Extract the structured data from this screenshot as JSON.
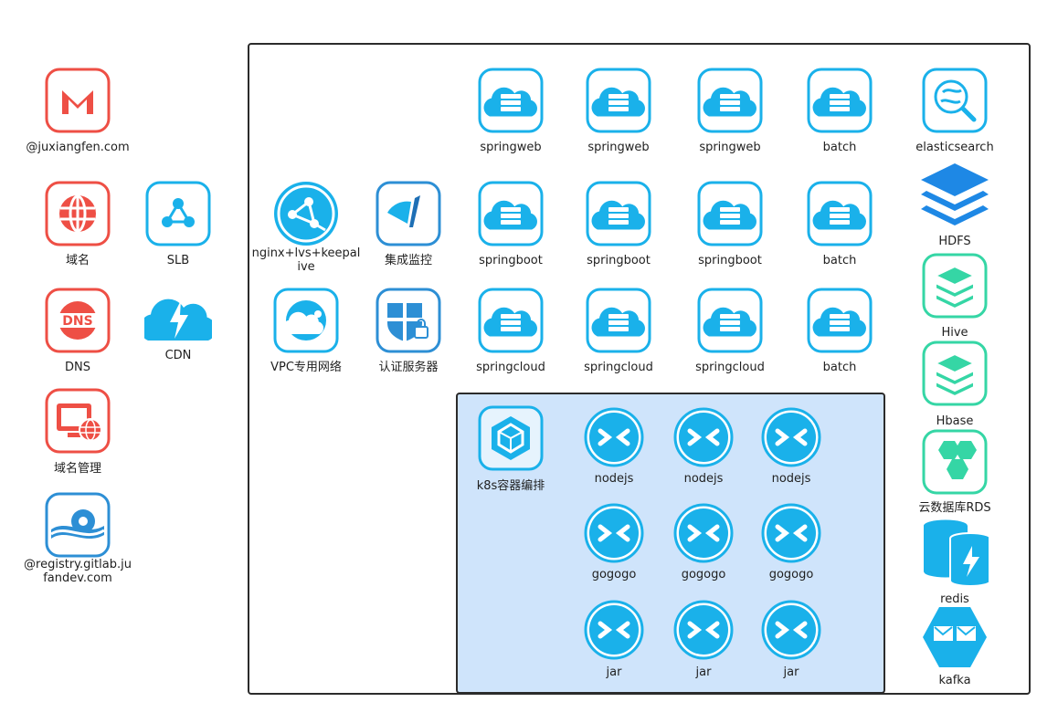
{
  "nodes": [
    {
      "name": "gmail-icon",
      "icon": "gmail",
      "label": "@juxiangfen.com"
    },
    {
      "name": "domain-icon",
      "icon": "globe",
      "label": "域名"
    },
    {
      "name": "slb-icon",
      "icon": "slb",
      "label": "SLB"
    },
    {
      "name": "dns-icon",
      "icon": "dns",
      "label": "DNS"
    },
    {
      "name": "cdn-icon",
      "icon": "cdn",
      "label": "CDN"
    },
    {
      "name": "domain-manage-icon",
      "icon": "domainmgr",
      "label": "域名管理"
    },
    {
      "name": "registry-icon",
      "icon": "registry",
      "label": "@registry.gitlab.jufandev.com"
    },
    {
      "name": "nginx-icon",
      "icon": "network",
      "label": "nginx+lvs+keepalive"
    },
    {
      "name": "monitor-icon",
      "icon": "monitor",
      "label": "集成监控"
    },
    {
      "name": "vpc-icon",
      "icon": "vpc",
      "label": "VPC专用网络"
    },
    {
      "name": "auth-service-icon",
      "icon": "shield",
      "label": "认证服务器"
    },
    {
      "name": "springweb-icon-1",
      "icon": "cloudserver",
      "label": "springweb"
    },
    {
      "name": "springweb-icon-2",
      "icon": "cloudserver",
      "label": "springweb"
    },
    {
      "name": "springweb-icon-3",
      "icon": "cloudserver",
      "label": "springweb"
    },
    {
      "name": "batch-icon-1",
      "icon": "cloudserver",
      "label": "batch"
    },
    {
      "name": "springboot-icon-1",
      "icon": "cloudserver",
      "label": "springboot"
    },
    {
      "name": "springboot-icon-2",
      "icon": "cloudserver",
      "label": "springboot"
    },
    {
      "name": "springboot-icon-3",
      "icon": "cloudserver",
      "label": "springboot"
    },
    {
      "name": "batch-icon-2",
      "icon": "cloudserver",
      "label": "batch"
    },
    {
      "name": "springcloud-icon-1",
      "icon": "cloudserver",
      "label": "springcloud"
    },
    {
      "name": "springcloud-icon-2",
      "icon": "cloudserver",
      "label": "springcloud"
    },
    {
      "name": "springcloud-icon-3",
      "icon": "cloudserver",
      "label": "springcloud"
    },
    {
      "name": "batch-icon-3",
      "icon": "cloudserver",
      "label": "batch"
    },
    {
      "name": "k8s-icon",
      "icon": "k8s",
      "label": "k8s容器编排"
    },
    {
      "name": "nodejs-icon-1",
      "icon": "remote",
      "label": "nodejs"
    },
    {
      "name": "nodejs-icon-2",
      "icon": "remote",
      "label": "nodejs"
    },
    {
      "name": "nodejs-icon-3",
      "icon": "remote",
      "label": "nodejs"
    },
    {
      "name": "gogogo-icon-1",
      "icon": "remote",
      "label": "gogogo"
    },
    {
      "name": "gogogo-icon-2",
      "icon": "remote",
      "label": "gogogo"
    },
    {
      "name": "gogogo-icon-3",
      "icon": "remote",
      "label": "gogogo"
    },
    {
      "name": "jar-icon-1",
      "icon": "remote",
      "label": "jar"
    },
    {
      "name": "jar-icon-2",
      "icon": "remote",
      "label": "jar"
    },
    {
      "name": "jar-icon-3",
      "icon": "remote",
      "label": "jar"
    },
    {
      "name": "elasticsearch-icon",
      "icon": "search",
      "label": "elasticsearch"
    },
    {
      "name": "hdfs-icon",
      "icon": "layers",
      "label": "HDFS"
    },
    {
      "name": "hive-icon",
      "icon": "stack",
      "label": "Hive"
    },
    {
      "name": "hbase-icon",
      "icon": "stack",
      "label": "Hbase"
    },
    {
      "name": "rds-icon",
      "icon": "rds",
      "label": "云数据库RDS"
    },
    {
      "name": "redis-icon",
      "icon": "redis",
      "label": "redis"
    },
    {
      "name": "kafka-icon",
      "icon": "kafka",
      "label": "kafka"
    }
  ],
  "colors": {
    "red": "#ee4f45",
    "blue": "#1ab1ea",
    "green": "#35d6a5",
    "darkblue": "#1e88e5"
  }
}
